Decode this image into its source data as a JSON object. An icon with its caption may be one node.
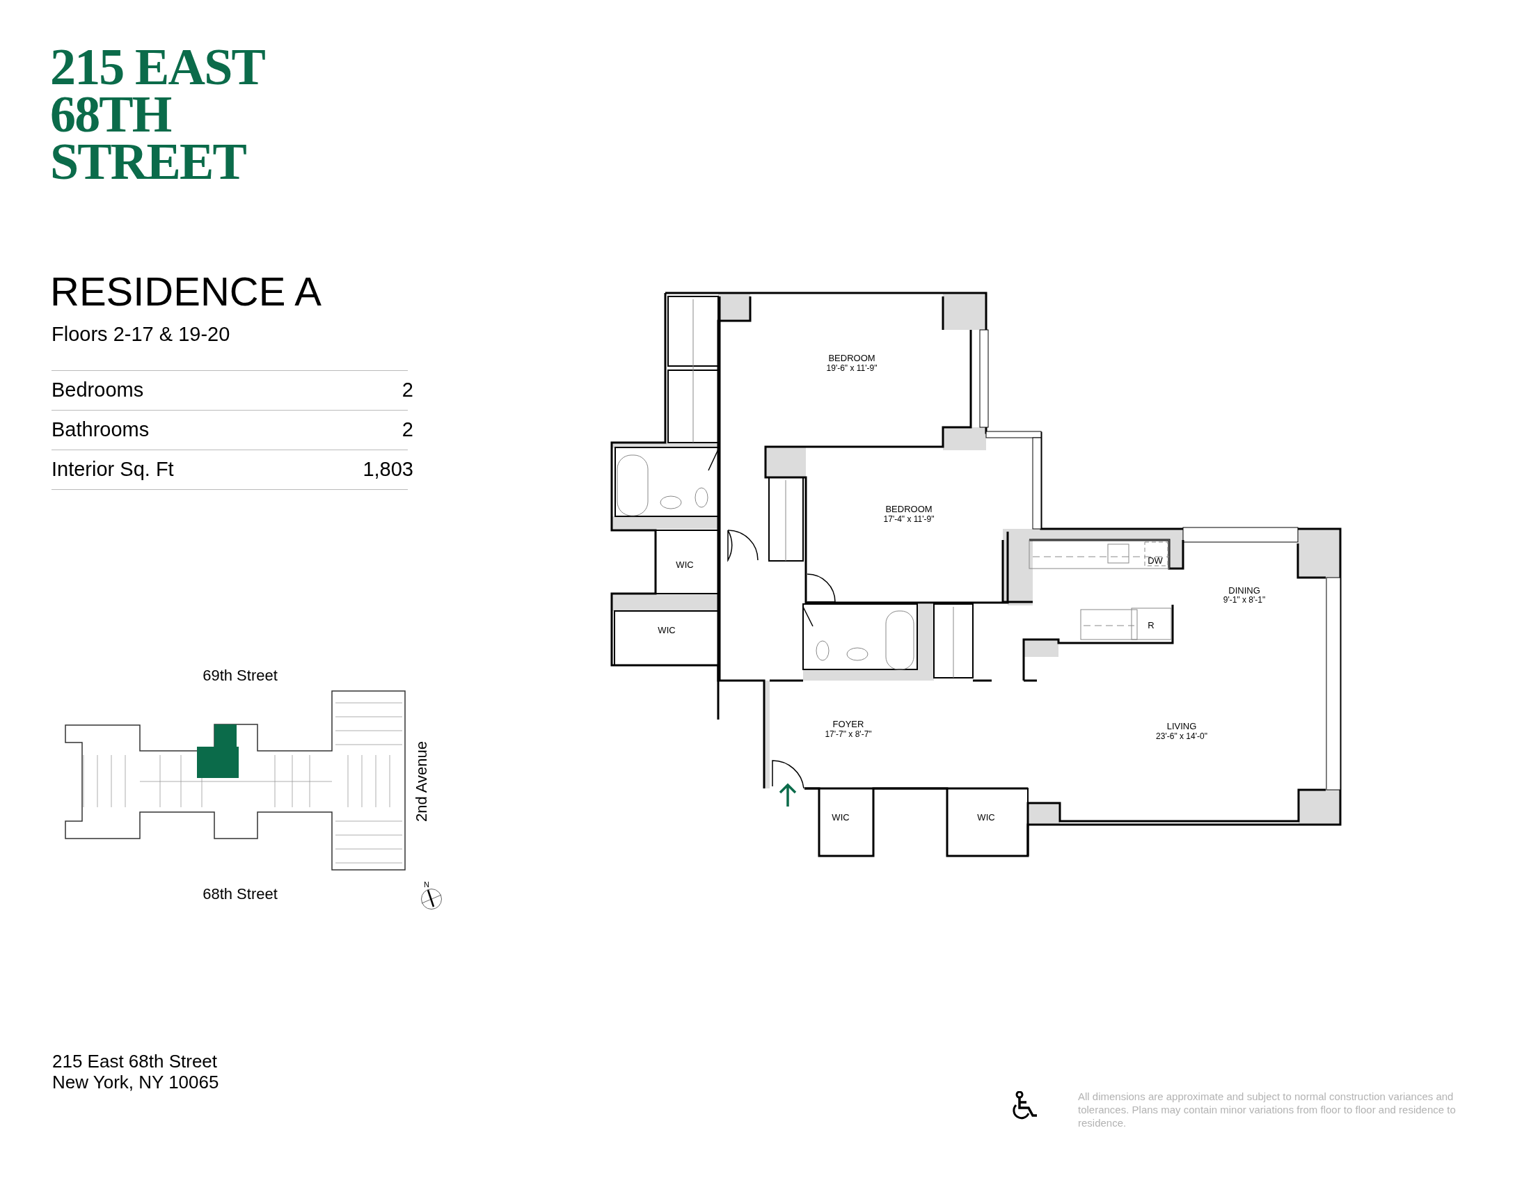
{
  "diagram": {
    "title": "215 EAST 68TH STREET",
    "labels": [
      "RESIDENCE A",
      "Floors 2-17 & 19-20",
      "Bedrooms",
      "2",
      "Bathrooms",
      "2",
      "Interior Sq. Ft",
      "1,803",
      "BEDROOM",
      "19'-6\" x 11'-9\"",
      "BEDROOM",
      "17'-4\" x 11'-9\"",
      "WIC",
      "WIC",
      "DW",
      "DINING",
      "9'-1\" x 8'-1\"",
      "R",
      "FOYER",
      "17'-7\" x 8'-7\"",
      "LIVING",
      "23'-6\" x 14'-0\"",
      "WIC",
      "WIC",
      "69th Street",
      "2nd Avenue",
      "68th Street",
      "N",
      "215 East 68th Street",
      "New York, NY 10065",
      "All dimensions are approximate and subject to normal construction variances and tolerances. Plans may contain minor variations from floor to floor and residence to residence."
    ]
  }
}
